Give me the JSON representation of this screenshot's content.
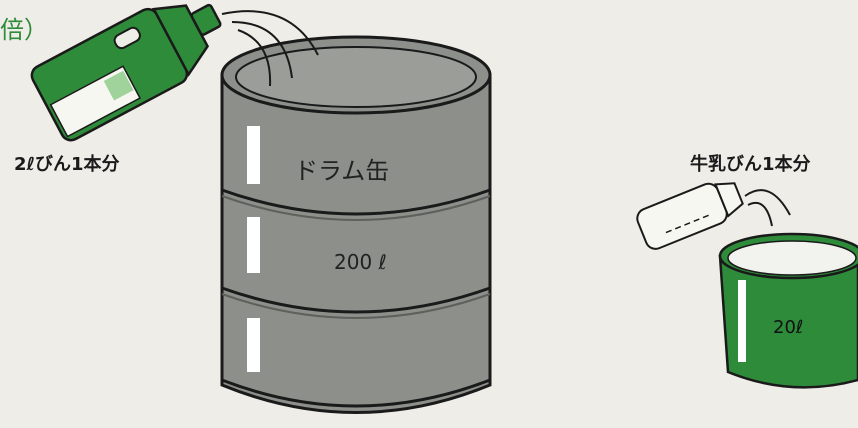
{
  "heading_fragment": "倍）",
  "bottle": {
    "label": "2ℓびん1本分"
  },
  "drum": {
    "name": "ドラム缶",
    "volume": "200 ℓ"
  },
  "milk_bottle": {
    "label": "牛乳びん1本分"
  },
  "bucket": {
    "volume": "20ℓ"
  },
  "colors": {
    "accent_green": "#2e8b3a",
    "drum_gray": "#8c8f8a",
    "outline": "#1a1a1a",
    "background": "#eeede8"
  }
}
